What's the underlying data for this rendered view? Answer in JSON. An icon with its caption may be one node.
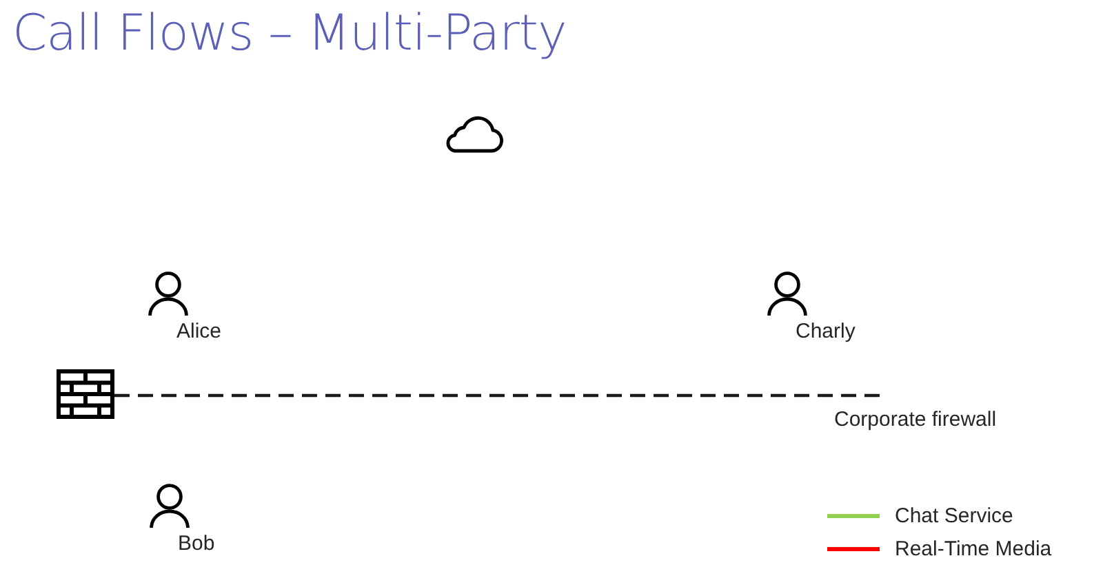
{
  "diagram": {
    "title": "Call Flows – Multi-Party",
    "nodes": [
      {
        "text": [],
        "shape": "cloud"
      },
      {
        "text": [
          "Alice"
        ]
      },
      {
        "text": [
          "Charly"
        ]
      },
      {
        "text": [
          "Bob"
        ]
      }
    ],
    "labels": [
      "Corporate firewall"
    ],
    "legend": [
      {
        "text": "Chat Service",
        "color": "#92d050"
      },
      {
        "text": "Real-Time Media",
        "color": "#ff0000"
      }
    ]
  }
}
